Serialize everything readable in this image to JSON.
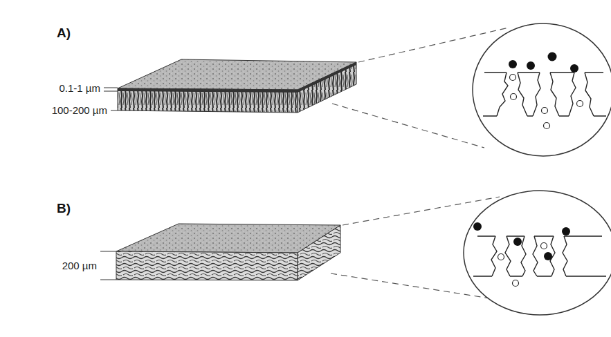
{
  "diagram": {
    "labels": [
      "A)",
      "0.1-1 µm",
      "100-200 µm",
      "B)",
      "200 µm"
    ]
  }
}
